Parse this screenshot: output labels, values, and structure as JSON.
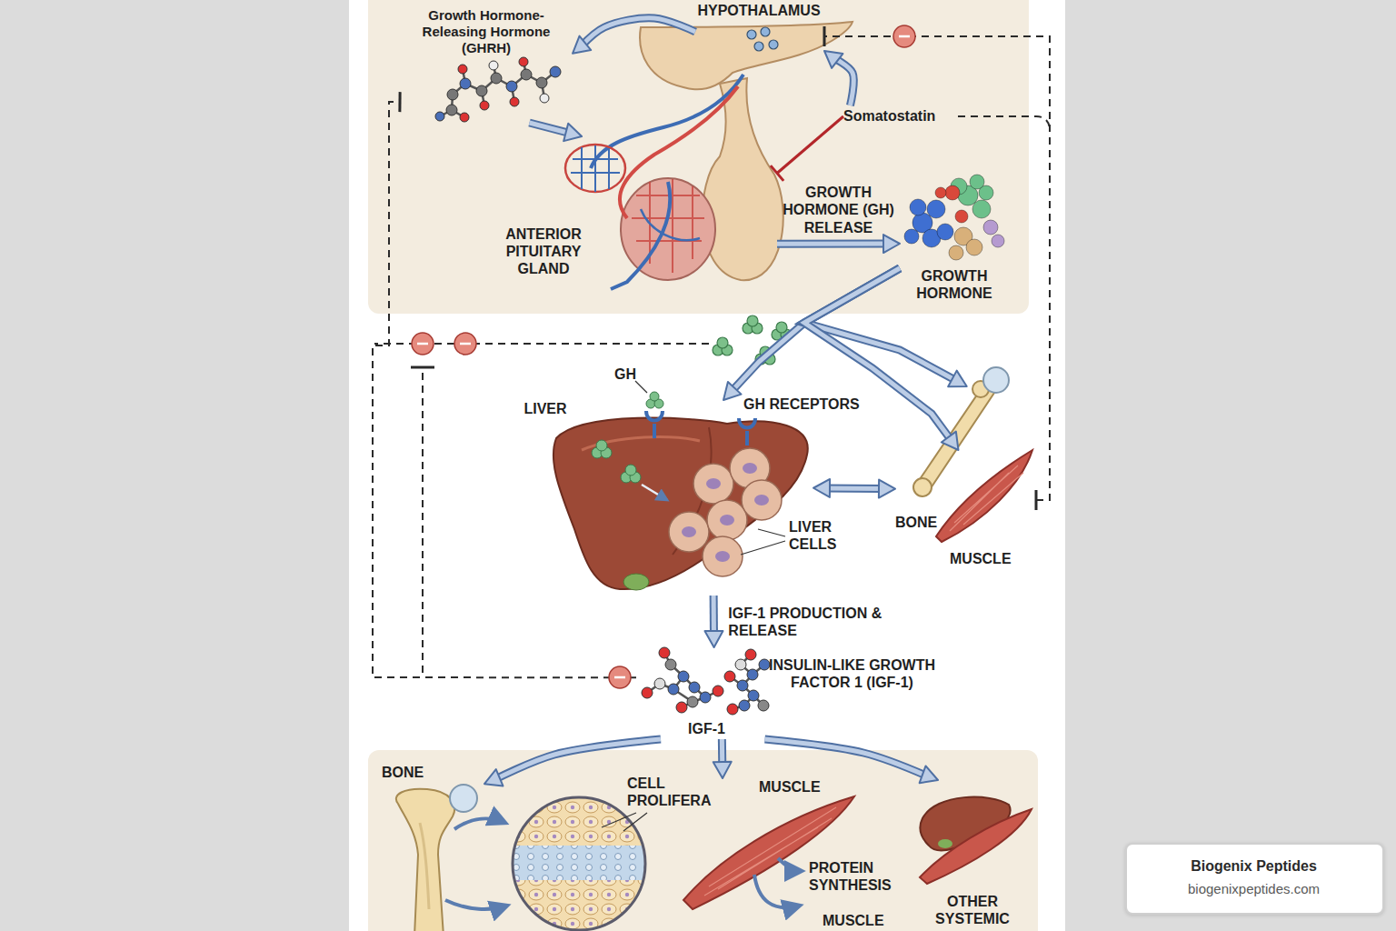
{
  "diagram": {
    "nodes": [
      {
        "text": [
          "HYPOTHALAMUS"
        ]
      },
      {
        "text": [
          "Growth Hormone-Releasing Hormone (GHRH)"
        ]
      },
      {
        "text": [
          "Somatostatin"
        ]
      },
      {
        "text": [
          "ANTERIOR PITUITARY GLAND"
        ]
      },
      {
        "text": [
          "GROWTH HORMONE"
        ]
      },
      {
        "text": [
          "LIVER"
        ]
      },
      {
        "text": [
          "BONE"
        ]
      },
      {
        "text": [
          "MUSCLE"
        ]
      },
      {
        "text": [
          "INSULIN-LIKE GROWTH FACTOR 1 (IGF-1)",
          "IGF-1"
        ]
      },
      {
        "text": [
          "BONE"
        ]
      },
      {
        "text": [
          "MUSCLE"
        ]
      },
      {
        "text": [
          "OTHER SYSTEMIC"
        ]
      },
      {
        "text": [
          "Biogenix Peptides",
          "biogenixpeptides.com"
        ]
      }
    ],
    "edges": [
      {
        "from": 0,
        "to": 1,
        "arrow": "to"
      },
      {
        "from": 1,
        "to": 3,
        "arrow": "to"
      },
      {
        "from": 2,
        "to": 0,
        "arrow": "to"
      },
      {
        "from": 2,
        "to": 3,
        "arrow": "to"
      },
      {
        "from": 3,
        "to": 4,
        "label": "GROWTH HORMONE (GH) RELEASE",
        "arrow": "to"
      },
      {
        "from": 4,
        "to": 5,
        "arrow": "to"
      },
      {
        "from": 4,
        "to": 6,
        "arrow": "to"
      },
      {
        "from": 4,
        "to": 7,
        "arrow": "to"
      },
      {
        "from": 5,
        "to": 6,
        "arrow": "both"
      },
      {
        "from": 5,
        "to": 8,
        "label": "IGF-1 PRODUCTION & RELEASE",
        "arrow": "to"
      },
      {
        "from": 8,
        "to": 1,
        "arrow": "to"
      },
      {
        "from": 7,
        "to": 0,
        "arrow": "both"
      },
      {
        "from": 8,
        "to": 9,
        "arrow": "to"
      },
      {
        "from": 8,
        "to": 10,
        "arrow": "to"
      },
      {
        "from": 8,
        "to": 11,
        "arrow": "to"
      }
    ],
    "labels": [
      "GH",
      "GH RECEPTORS",
      "LIVER CELLS",
      "CELL PROLIFERA",
      "PROTEIN SYNTHESIS",
      "MUSCLE"
    ]
  }
}
